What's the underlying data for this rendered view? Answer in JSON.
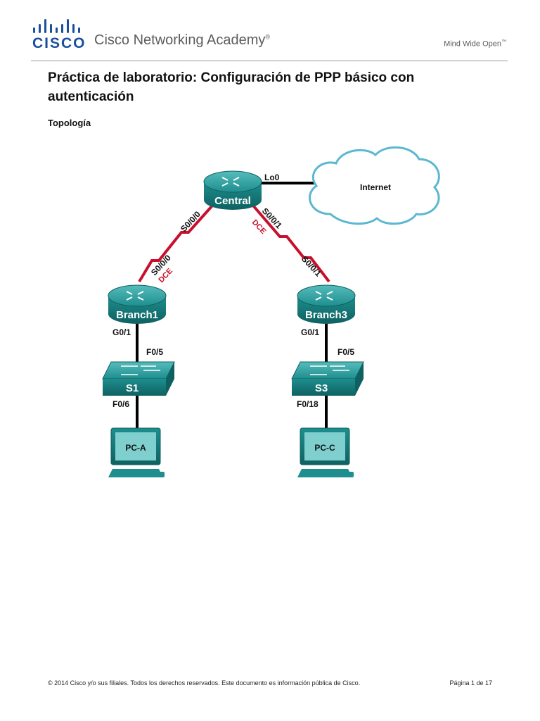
{
  "header": {
    "brand": "CISCO",
    "academy_name": "Cisco Networking Academy",
    "academy_mark": "®",
    "tagline": "Mind Wide Open",
    "tagline_mark": "™"
  },
  "title": "Práctica de laboratorio: Configuración de PPP básico con autenticación",
  "section_heading": "Topología",
  "topology": {
    "devices": {
      "central": "Central",
      "branch1": "Branch1",
      "branch3": "Branch3",
      "s1": "S1",
      "s3": "S3",
      "pca": "PC-A",
      "pcc": "PC-C",
      "internet": "Internet"
    },
    "interfaces": {
      "central_lo0": "Lo0",
      "central_s000": "S0/0/0",
      "central_s001": "S0/0/1",
      "branch1_s000": "S0/0/0",
      "branch3_s001": "S0/0/1",
      "branch1_g01": "G0/1",
      "s1_f05": "F0/5",
      "s1_f06": "F0/6",
      "branch3_g01": "G0/1",
      "s3_f05": "F0/5",
      "s3_f018": "F0/18"
    },
    "dce_label": "DCE",
    "colors": {
      "device_teal": "#1e8e8e",
      "device_teal_dark": "#0f6161",
      "serial_link": "#c8102e",
      "cloud_outline": "#5bb8cf"
    }
  },
  "footer": {
    "copyright": "© 2014 Cisco y/o sus filiales. Todos los derechos reservados. Este documento es información pública de Cisco.",
    "page": "Página 1 de 17"
  }
}
